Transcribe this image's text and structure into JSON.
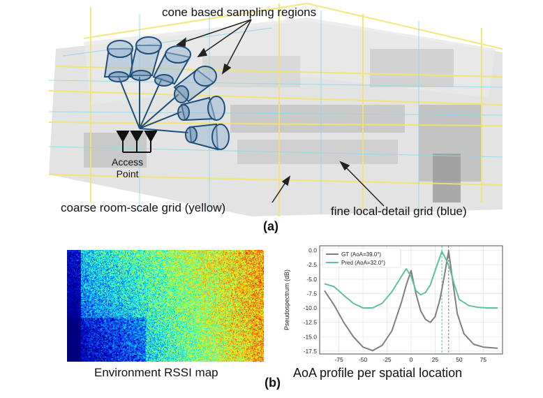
{
  "labels": {
    "cone": "cone based sampling regions",
    "ap_line1": "Access",
    "ap_line2": "Point",
    "coarse": "coarse room-scale grid (yellow)",
    "fine": "fine local-detail grid (blue)",
    "panel_a": "(a)",
    "panel_b": "(b)",
    "rssi": "Environment RSSI map",
    "aoa": "AoA profile per spatial location"
  },
  "colors": {
    "coarse_grid": "#f3e46a",
    "fine_grid": "#8fd8ee",
    "cone_outline": "#1f4e79",
    "gt_line": "#7f7f7f",
    "pred_line": "#5fbf9f"
  },
  "chart_data": {
    "type": "line",
    "ylabel": "Pseudospectrum (dB)",
    "xlim": [
      -95,
      95
    ],
    "ylim": [
      -18,
      0.8
    ],
    "xticks": [
      -75,
      -50,
      -25,
      0,
      25,
      50,
      75
    ],
    "yticks": [
      0.0,
      -2.5,
      -5.0,
      -7.5,
      -10.0,
      -12.5,
      -15.0,
      -17.5
    ],
    "ytick_labels": [
      "0.0",
      "-2.5",
      "-5.0",
      "-7.5",
      "-10.0",
      "-12.5",
      "-15.0",
      "-17.5"
    ],
    "legend_position": "top-left",
    "grid": true,
    "series": [
      {
        "name": "GT (AoA=39.0°)",
        "color": "#7f7f7f",
        "vline": 39,
        "x": [
          -90,
          -80,
          -70,
          -60,
          -50,
          -40,
          -30,
          -20,
          -10,
          -5,
          0,
          5,
          10,
          15,
          20,
          25,
          30,
          35,
          39,
          43,
          48,
          55,
          65,
          75,
          90
        ],
        "y": [
          -7.0,
          -9.5,
          -12.5,
          -15.0,
          -16.8,
          -17.4,
          -16.5,
          -14.0,
          -9.0,
          -6.0,
          -3.5,
          -7.5,
          -10.5,
          -12.0,
          -12.5,
          -11.5,
          -8.5,
          -4.0,
          -0.1,
          -5.0,
          -11.0,
          -14.5,
          -16.3,
          -16.8,
          -17.0
        ]
      },
      {
        "name": "Pred (AoA=32.0°)",
        "color": "#5fbf9f",
        "vline": 32,
        "x": [
          -90,
          -80,
          -70,
          -60,
          -50,
          -40,
          -30,
          -20,
          -10,
          -5,
          0,
          5,
          10,
          15,
          20,
          25,
          32,
          37,
          40,
          45,
          50,
          60,
          70,
          80,
          90
        ],
        "y": [
          -5.8,
          -6.3,
          -7.8,
          -9.2,
          -10.0,
          -10.0,
          -9.2,
          -7.2,
          -4.5,
          -3.2,
          -4.5,
          -7.0,
          -7.7,
          -7.3,
          -6.0,
          -3.5,
          -0.2,
          -1.8,
          -3.0,
          -6.0,
          -8.5,
          -9.6,
          -9.9,
          -10.0,
          -10.0
        ]
      }
    ]
  }
}
